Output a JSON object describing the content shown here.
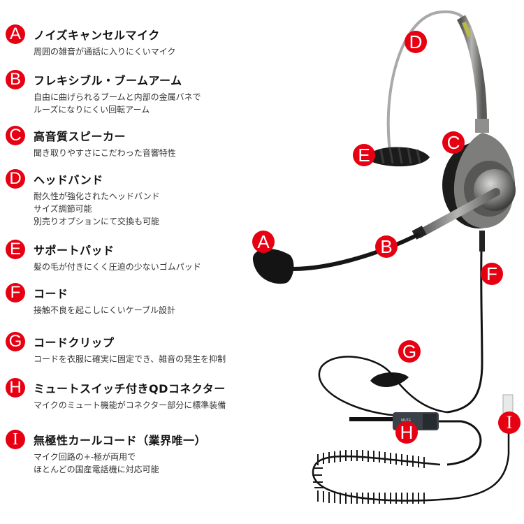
{
  "features": [
    {
      "letter": "A",
      "title": "ノイズキャンセルマイク",
      "desc": [
        "周囲の雑音が通話に入りにくいマイク"
      ]
    },
    {
      "letter": "B",
      "title": "フレキシブル・ブームアーム",
      "desc": [
        "自由に曲げられるブームと内部の金属バネで",
        "ルーズになりにくい回転アーム"
      ]
    },
    {
      "letter": "C",
      "title": "高音質スピーカー",
      "desc": [
        "聞き取りやすさにこだわった音響特性"
      ]
    },
    {
      "letter": "D",
      "title": "ヘッドバンド",
      "desc": [
        "耐久性が強化されたヘッドバンド",
        "サイズ調節可能",
        "別売りオプションにて交換も可能"
      ]
    },
    {
      "letter": "E",
      "title": "サポートパッド",
      "desc": [
        "髪の毛が付きにくく圧迫の少ないゴムパッド"
      ]
    },
    {
      "letter": "F",
      "title": "コード",
      "desc": [
        "接触不良を起こしにくいケーブル設計"
      ]
    },
    {
      "letter": "G",
      "title": "コードクリップ",
      "desc": [
        "コードを衣服に確実に固定でき、雑音の発生を抑制"
      ]
    },
    {
      "letter": "H",
      "title": "ミュートスイッチ付きQDコネクター",
      "desc": [
        "マイクのミュート機能がコネクター部分に標準装備"
      ]
    },
    {
      "letter": "I",
      "title": "無極性カールコード（業界唯一）",
      "desc": [
        "マイク回路の+-極が両用で",
        "ほとんどの国産電話機に対応可能"
      ]
    }
  ],
  "callouts": {
    "A": "A",
    "B": "B",
    "C": "C",
    "D": "D",
    "E": "E",
    "F": "F",
    "G": "G",
    "H": "H",
    "I": "I"
  },
  "mute_label": "MUTE",
  "colors": {
    "accent": "#e60012",
    "metal": "#8a8c8c",
    "cable": "#111111"
  }
}
